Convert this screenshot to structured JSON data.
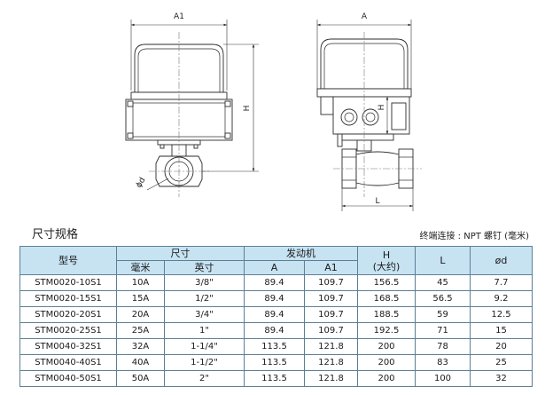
{
  "drawings": {
    "side_view": {
      "width_label": "A1",
      "height_label": "H",
      "diameter_label": "ϕd"
    },
    "front_view": {
      "width_label": "A",
      "height_label": "H",
      "length_label": "L"
    }
  },
  "section_title": "尺寸规格",
  "connection_note": "终端连接 : NPT 螺钉 (毫米)",
  "table": {
    "headers": {
      "model": "型号",
      "size": "尺寸",
      "mm": "毫米",
      "inch": "英寸",
      "motor": "发动机",
      "a": "A",
      "a1": "A1",
      "h": "H",
      "h_note": "(大约)",
      "l": "L",
      "d": "ød"
    },
    "rows": [
      {
        "model": "STM0020-10S1",
        "mm": "10A",
        "inch": "3/8\"",
        "a": "89.4",
        "a1": "109.7",
        "h": "156.5",
        "l": "45",
        "d": "7.7"
      },
      {
        "model": "STM0020-15S1",
        "mm": "15A",
        "inch": "1/2\"",
        "a": "89.4",
        "a1": "109.7",
        "h": "168.5",
        "l": "56.5",
        "d": "9.2"
      },
      {
        "model": "STM0020-20S1",
        "mm": "20A",
        "inch": "3/4\"",
        "a": "89.4",
        "a1": "109.7",
        "h": "188.5",
        "l": "59",
        "d": "12.5"
      },
      {
        "model": "STM0020-25S1",
        "mm": "25A",
        "inch": "1\"",
        "a": "89.4",
        "a1": "109.7",
        "h": "192.5",
        "l": "71",
        "d": "15"
      },
      {
        "model": "STM0040-32S1",
        "mm": "32A",
        "inch": "1-1/4\"",
        "a": "113.5",
        "a1": "121.8",
        "h": "200",
        "l": "78",
        "d": "20"
      },
      {
        "model": "STM0040-40S1",
        "mm": "40A",
        "inch": "1-1/2\"",
        "a": "113.5",
        "a1": "121.8",
        "h": "200",
        "l": "83",
        "d": "25"
      },
      {
        "model": "STM0040-50S1",
        "mm": "50A",
        "inch": "2\"",
        "a": "113.5",
        "a1": "121.8",
        "h": "200",
        "l": "100",
        "d": "32"
      }
    ]
  },
  "colors": {
    "header_background": "#c7e3f2",
    "grid_line": "#5c7f95",
    "text": "#1a1a1a"
  }
}
